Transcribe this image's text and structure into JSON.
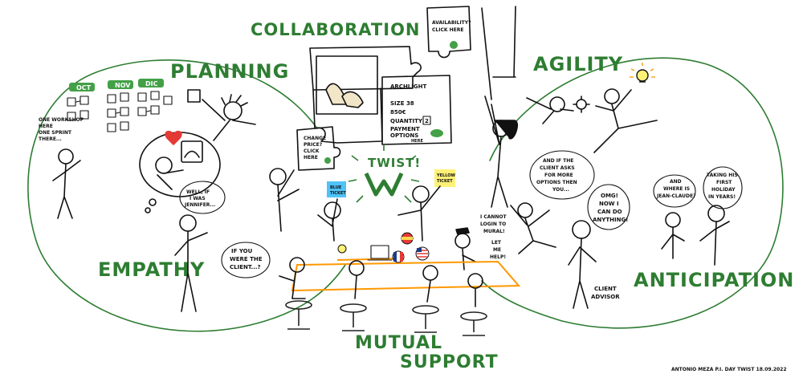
{
  "headings": {
    "collaboration": "COLLABORATION",
    "planning": "PLANNING",
    "agility": "AGILITY",
    "empathy": "EMPATHY",
    "anticipation": "ANTICIPATION",
    "mutual_support_1": "MUTUAL",
    "mutual_support_2": "SUPPORT",
    "twist": "TWIST!"
  },
  "timeline": {
    "months": [
      "OCT",
      "NOV",
      "DIC"
    ],
    "note_1": "ONE WORKSHOP",
    "note_2": "HERE",
    "note_3": "ONE SPRINT",
    "note_4": "THERE..."
  },
  "shop": {
    "brand": "ARCHLIGHT",
    "size": "SIZE 38",
    "price": "850€",
    "quantity_label": "QUANTITY",
    "quantity_value": "2",
    "payment_1": "PAYMENT",
    "payment_2": "OPTIONS",
    "payment_3": "HERE"
  },
  "puzzle": {
    "availability_1": "AVAILABILITY?",
    "availability_2": "CLICK HERE",
    "change_1": "CHANGE",
    "change_2": "PRICE?",
    "change_3": "CLICK",
    "change_4": "HERE"
  },
  "tickets": {
    "blue": [
      "BLUE",
      "TICKET"
    ],
    "yellow": [
      "YELLOW",
      "TICKET"
    ]
  },
  "bubbles": {
    "jennifer": [
      "WELL, IF",
      "I WAS",
      "JENNIFER..."
    ],
    "client": [
      "IF YOU",
      "WERE THE",
      "CLIENT...?"
    ],
    "mural": [
      "I CANNOT",
      "LOGIN TO",
      "MURAL!"
    ],
    "help": [
      "LET",
      "ME",
      "HELP!"
    ],
    "options": [
      "AND IF THE",
      "CLIENT ASKS",
      "FOR MORE",
      "OPTIONS THEN",
      "YOU..."
    ],
    "omg": [
      "OMG!",
      "NOW I",
      "CAN DO",
      "ANYTHING!"
    ],
    "claude": [
      "AND",
      "WHERE IS",
      "JEAN-CLAUDE?"
    ],
    "holiday": [
      "TAKING HIS",
      "FIRST",
      "HOLIDAY",
      "IN YEARS!"
    ]
  },
  "labels": {
    "client_advisor_1": "CLIENT",
    "client_advisor_2": "ADVISOR"
  },
  "credit": "ANTONIO MEZA  P.I. DAY TWIST  18.09.2022",
  "colors": {
    "green": "#2e7d32",
    "month_tag": "#43a047",
    "blue_ticket": "#4fc3f7",
    "yellow_ticket": "#fff176",
    "orange": "#ff9800",
    "heart": "#e53935"
  }
}
